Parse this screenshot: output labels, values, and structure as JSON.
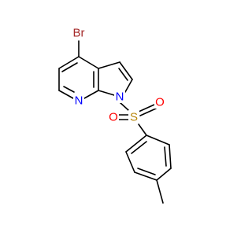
{
  "molecule": {
    "atoms": {
      "br": "Br",
      "n_pyridine": "N",
      "n_pyrrole": "N",
      "s": "S",
      "o1": "O",
      "o2": "O"
    }
  },
  "colors": {
    "bond": "#000000",
    "br": "#a52a2a",
    "n": "#0000ff",
    "s": "#b8860b",
    "o": "#ff0000"
  }
}
